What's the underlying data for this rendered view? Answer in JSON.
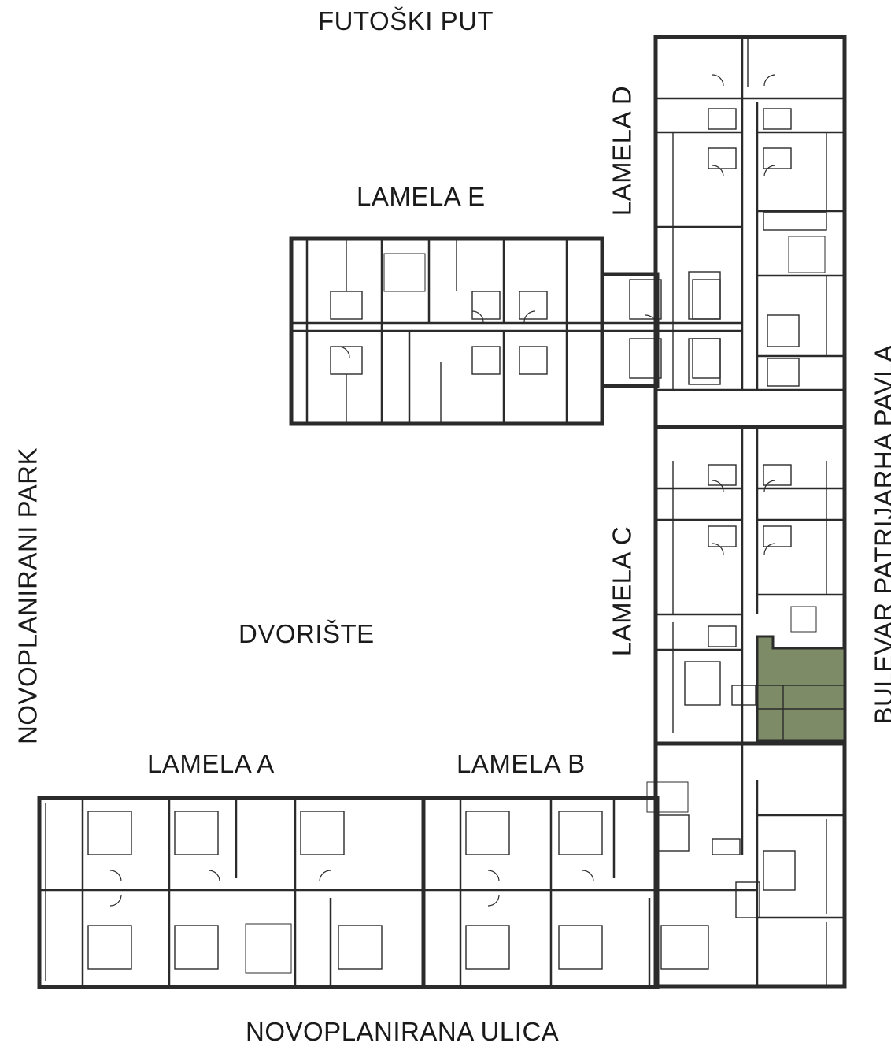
{
  "streets": {
    "top": "FUTOŠKI PUT",
    "bottom": "NOVOPLANIRANA ULICA",
    "left": "NOVOPLANIRANI PARK",
    "right": "BULEVAR PATRIJARHA PAVLA"
  },
  "court": "DVORIŠTE",
  "lamellas": {
    "a": "LAMELA A",
    "b": "LAMELA B",
    "c": "LAMELA C",
    "d": "LAMELA D",
    "e": "LAMELA E"
  },
  "highlight_color": "#7d8c67",
  "wall_color": "#2b2b2b"
}
